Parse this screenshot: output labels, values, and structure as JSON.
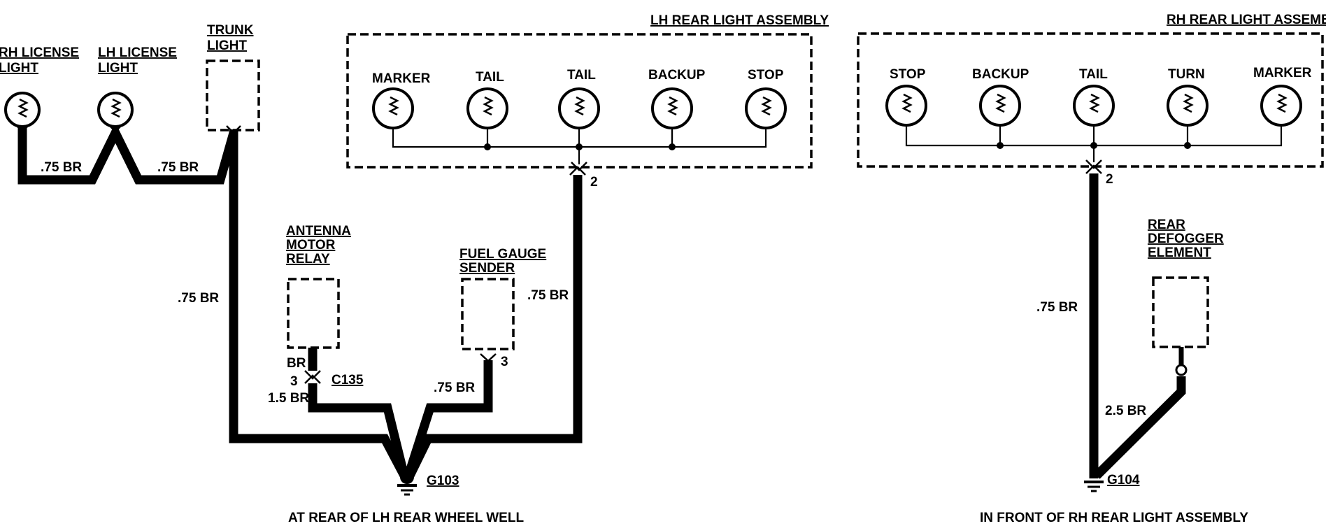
{
  "components": {
    "rh_license_light": [
      "RH LICENSE",
      "LIGHT"
    ],
    "lh_license_light": [
      "LH LICENSE",
      "LIGHT"
    ],
    "trunk_light": [
      "TRUNK",
      "LIGHT"
    ],
    "antenna_motor_relay": [
      "ANTENNA",
      "MOTOR",
      "RELAY"
    ],
    "fuel_gauge_sender": [
      "FUEL GAUGE",
      "SENDER"
    ],
    "rear_defogger_element": [
      "REAR",
      "DEFOGGER",
      "ELEMENT"
    ]
  },
  "lh_assembly": {
    "title": "LH REAR LIGHT ASSEMBLY",
    "bulbs": [
      "MARKER",
      "TAIL",
      "TAIL",
      "BACKUP",
      "STOP"
    ],
    "connector_pin": "2"
  },
  "rh_assembly": {
    "title": "RH REAR LIGHT ASSEMBLY",
    "bulbs": [
      "STOP",
      "BACKUP",
      "TAIL",
      "TURN",
      "MARKER"
    ],
    "connector_pin": "2"
  },
  "wires": {
    "w1": ".75 BR",
    "w2": ".75 BR",
    "w3": ".75 BR",
    "w4": ".75 BR",
    "w5": ".75 BR",
    "w6": ".75 BR",
    "w7": "2.5 BR",
    "relay_br": "BR",
    "relay_15br": "1.5 BR"
  },
  "connectors": {
    "c135": "C135",
    "c135_pin": "3",
    "fuel_pin": "3"
  },
  "grounds": {
    "g103": "G103",
    "g104": "G104"
  },
  "locations": {
    "g103_location": "AT REAR OF LH REAR WHEEL WELL",
    "g104_location": "IN FRONT OF RH REAR LIGHT ASSEMBLY"
  }
}
